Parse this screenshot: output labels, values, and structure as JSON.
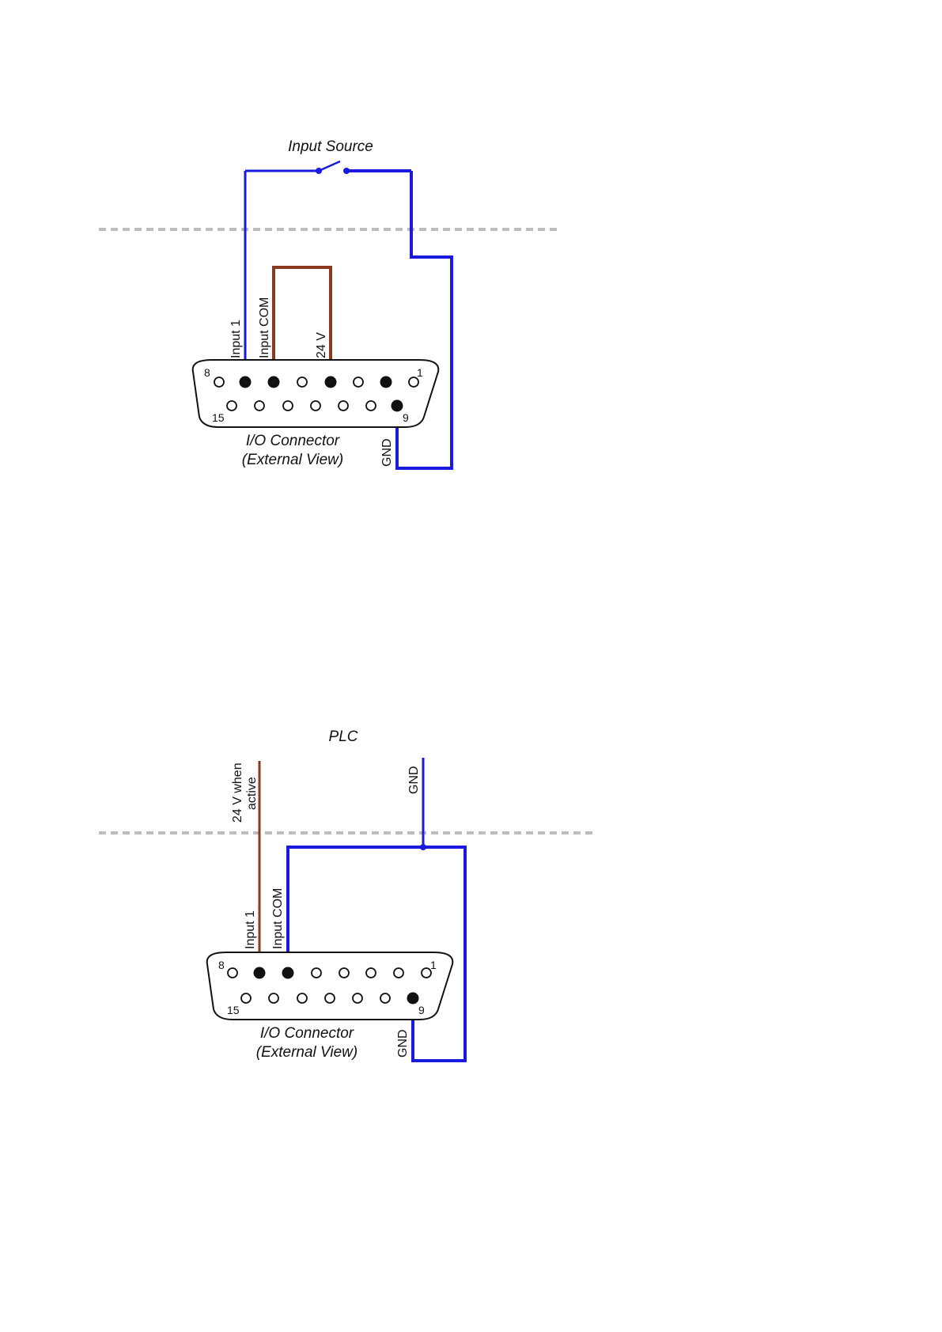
{
  "colors": {
    "wire_blue": "#1a1adf",
    "wire_brown": "#8a3a1e",
    "dashed_divider": "#bdbdbd",
    "ink": "#111111"
  },
  "diagram1": {
    "title": "Input Source",
    "labels": {
      "input1": "Input 1",
      "input_com": "Input COM",
      "v24": "24 V",
      "gnd": "GND",
      "pin8": "8",
      "pin1": "1",
      "pin15": "15",
      "pin9": "9"
    },
    "caption_line1": "I/O Connector",
    "caption_line2": "(External View)"
  },
  "diagram2": {
    "title": "PLC",
    "labels": {
      "active_line1": "24 V when",
      "active_line2": "active",
      "gnd_plc": "GND",
      "input1": "Input 1",
      "input_com": "Input COM",
      "gnd": "GND",
      "pin8": "8",
      "pin1": "1",
      "pin15": "15",
      "pin9": "9"
    },
    "caption_line1": "I/O Connector",
    "caption_line2": "(External View)"
  }
}
